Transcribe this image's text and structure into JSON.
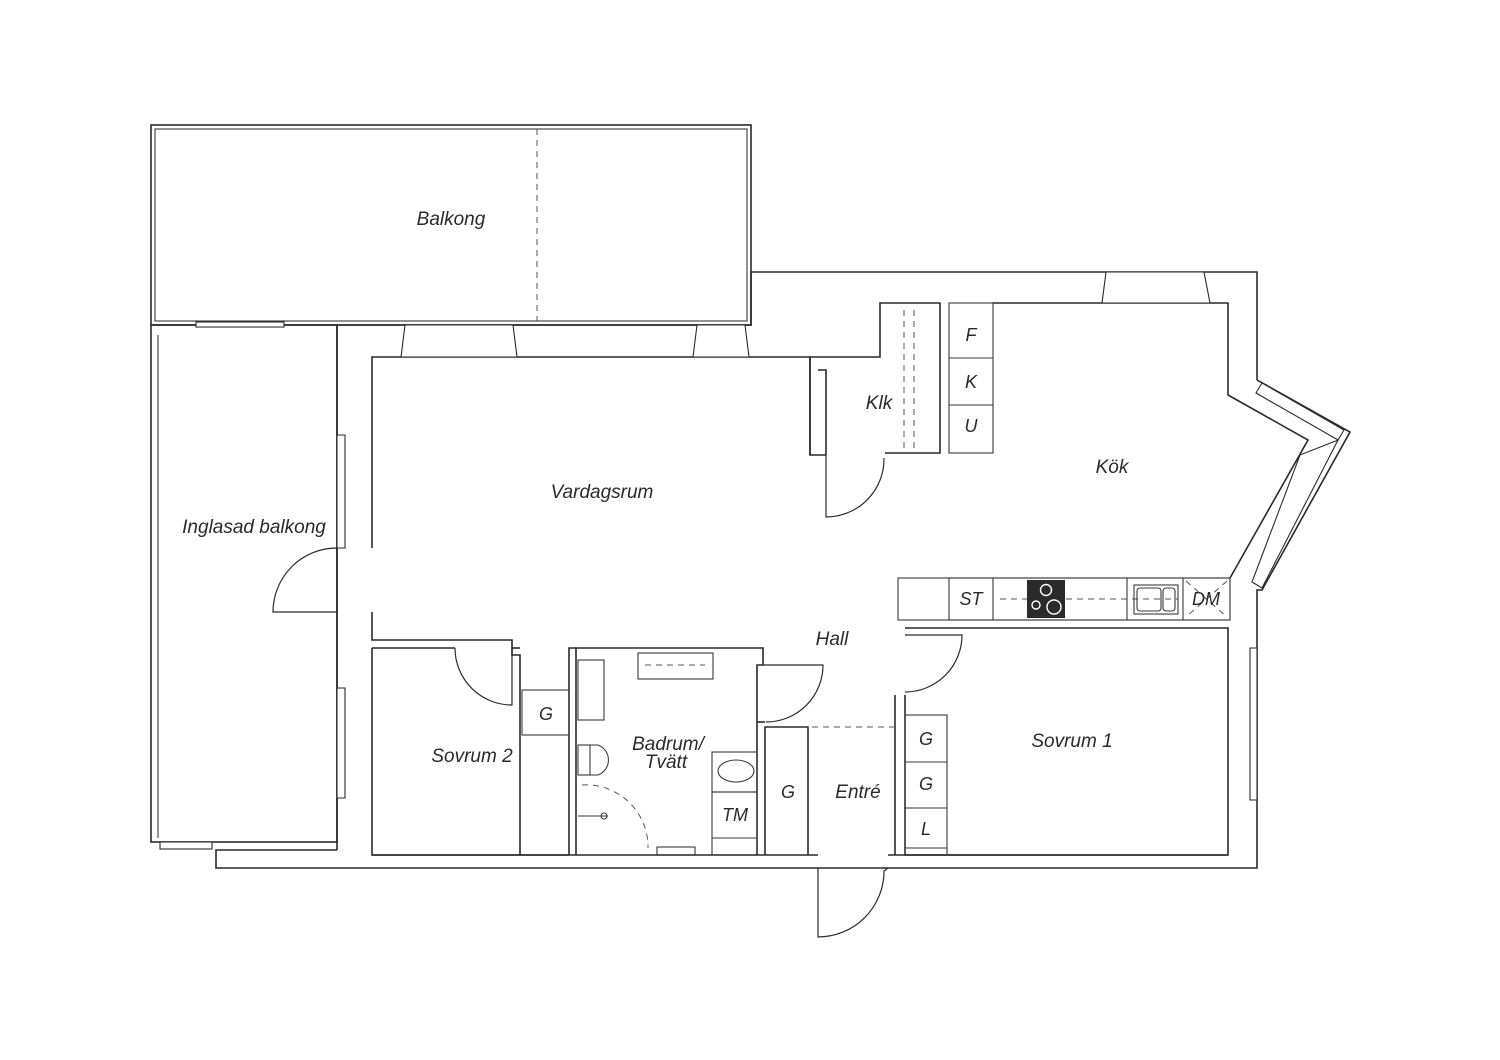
{
  "rooms": {
    "balkong": "Balkong",
    "inglasad_balkong": "Inglasad balkong",
    "vardagsrum": "Vardagsrum",
    "klk": "Klk",
    "kok": "Kök",
    "hall": "Hall",
    "sovrum2": "Sovrum 2",
    "badrum_line1": "Badrum/",
    "badrum_line2": "Tvätt",
    "entre": "Entré",
    "sovrum1": "Sovrum 1"
  },
  "fixtures": {
    "f": "F",
    "k": "K",
    "u": "U",
    "st": "ST",
    "dm": "DM",
    "g_sovrum2": "G",
    "tm": "TM",
    "g_entre": "G",
    "g1_sovrum1": "G",
    "g2_sovrum1": "G",
    "l_sovrum1": "L"
  },
  "icons": [
    "stove-icon",
    "sink-icon",
    "toilet-icon",
    "basin-icon",
    "shower-icon"
  ],
  "colors": {
    "line": "#2a2a2a",
    "background": "#ffffff",
    "stove": "#2b2b2b"
  }
}
